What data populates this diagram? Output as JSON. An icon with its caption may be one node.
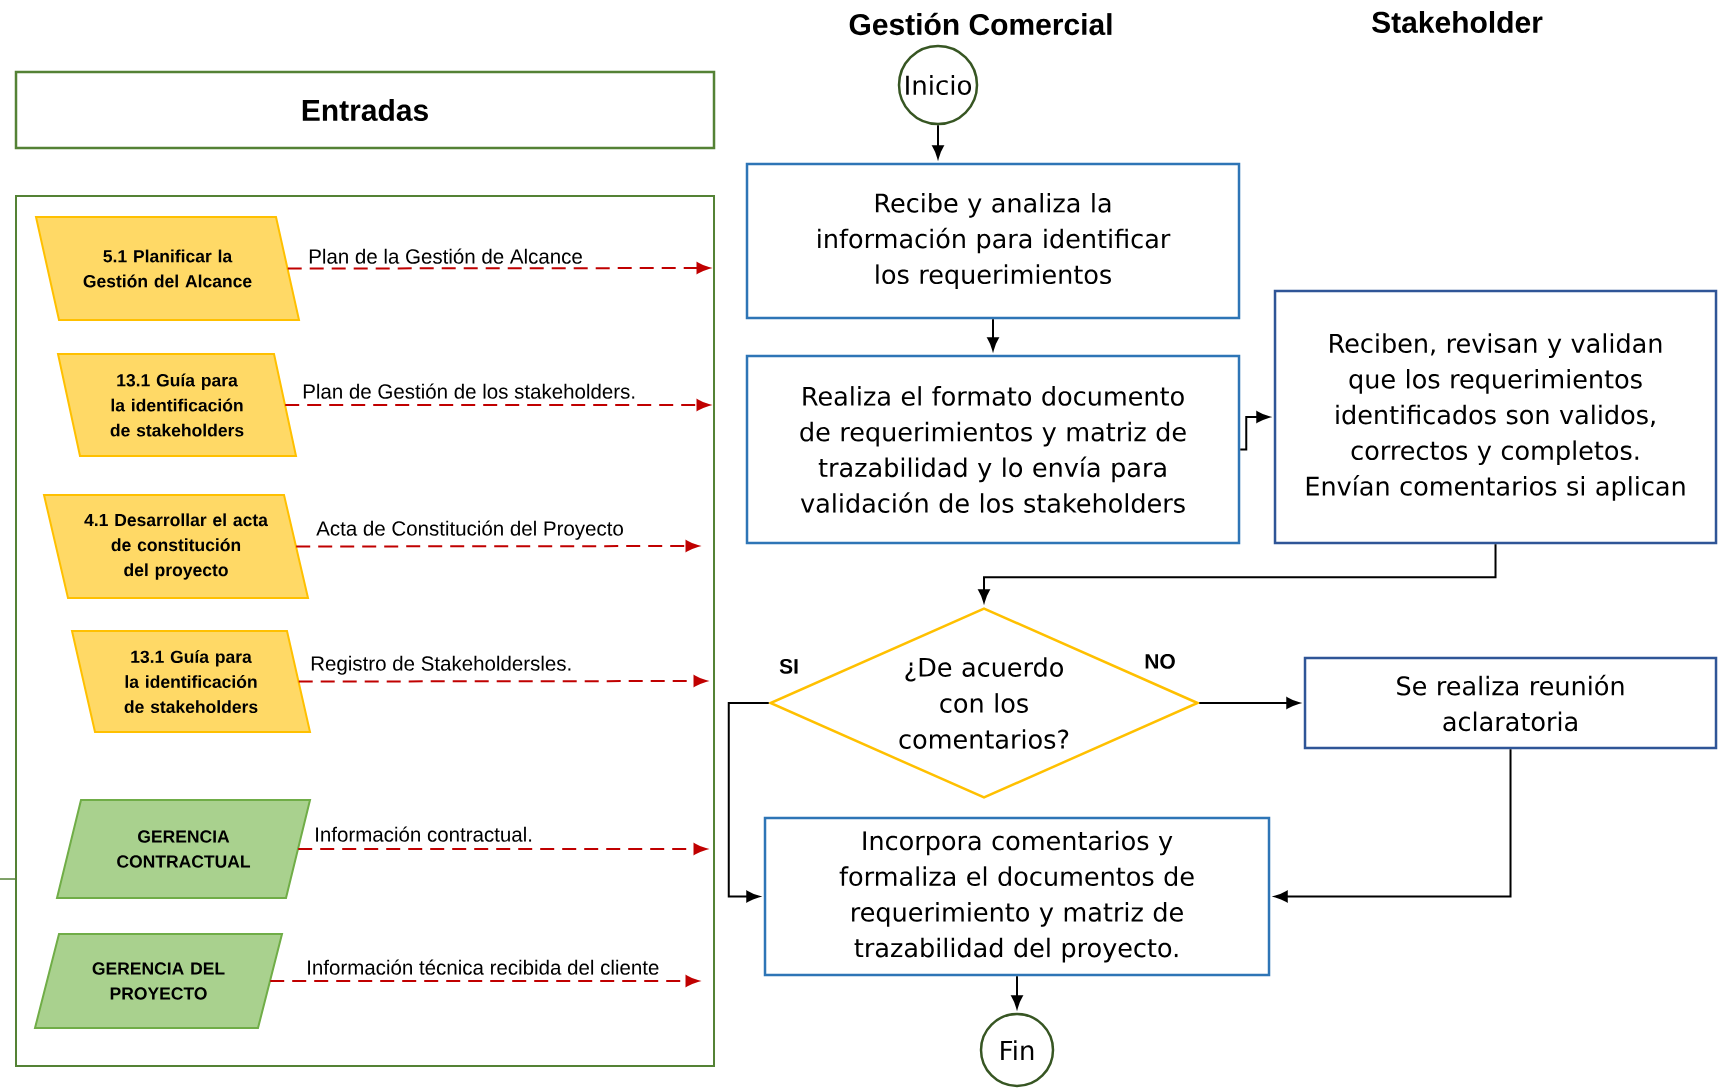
{
  "diagram": {
    "nodes": [
      {
        "text": [
          "Entradas"
        ]
      },
      {
        "text": [],
        "shape": "box"
      },
      {
        "text": [
          "5.1 Planificar la Gestión del Alcance"
        ],
        "in": 1
      },
      {
        "text": [
          "13.1 Guía para la identificación de stakeholders"
        ],
        "in": 1
      },
      {
        "text": [
          "4.1 Desarrollar el acta de constitución del proyecto"
        ],
        "in": 1
      },
      {
        "text": [
          "13.1 Guía para la identificación de stakeholders"
        ],
        "in": 1
      },
      {
        "text": [
          "GERENCIA CONTRACTUAL"
        ],
        "in": 1
      },
      {
        "text": [
          "GERENCIA DEL PROYECTO"
        ],
        "in": 1
      },
      {
        "text": [
          "Inicio"
        ]
      },
      {
        "text": [
          "Recibe y analiza la información para identificar los requerimientos"
        ]
      },
      {
        "text": [
          "Realiza el formato documento de requerimientos y matriz de trazabilidad y lo envía para validación de los stakeholders"
        ]
      },
      {
        "text": [
          "Reciben, revisan y validan que los requerimientos identificados son validos, correctos y completos. Envían comentarios si aplican"
        ]
      },
      {
        "text": [
          "¿De acuerdo con los comentarios?"
        ]
      },
      {
        "text": [
          "Se realiza reunión aclaratoria"
        ]
      },
      {
        "text": [
          "Incorpora comentarios y formaliza el documentos de requerimiento y matriz de trazabilidad del proyecto."
        ]
      },
      {
        "text": [
          "Fin"
        ]
      }
    ],
    "edges": [
      {
        "from": 2,
        "to": null,
        "arrow": "to",
        "label": "Plan de la Gestión de Alcance",
        "style": "dashed",
        "color": "#c00000"
      },
      {
        "from": 3,
        "to": null,
        "arrow": "to",
        "label": "Plan de Gestión de los stakeholders.",
        "style": "dashed",
        "color": "#c00000"
      },
      {
        "from": 4,
        "to": null,
        "arrow": "to",
        "label": "Acta de Constitución del Proyecto",
        "style": "dashed",
        "color": "#c00000"
      },
      {
        "from": 5,
        "to": null,
        "arrow": "to",
        "label": "Registro de Stakeholdersles.",
        "style": "dashed",
        "color": "#c00000"
      },
      {
        "from": 6,
        "to": null,
        "arrow": "to",
        "label": "Información contractual.",
        "style": "dashed",
        "color": "#c00000"
      },
      {
        "from": 7,
        "to": null,
        "arrow": "to",
        "label": "Información técnica recibida del cliente",
        "style": "dashed",
        "color": "#c00000"
      },
      {
        "from": 8,
        "to": 9,
        "arrow": "to"
      },
      {
        "from": 9,
        "to": 10,
        "arrow": "to"
      },
      {
        "from": 10,
        "to": 11,
        "arrow": "to"
      },
      {
        "from": 11,
        "to": 12,
        "arrow": "to"
      },
      {
        "from": 12,
        "to": 14,
        "arrow": "to",
        "label": "SI"
      },
      {
        "from": 12,
        "to": 13,
        "arrow": "to",
        "label": "NO"
      },
      {
        "from": 13,
        "to": 14,
        "arrow": "to"
      },
      {
        "from": 14,
        "to": 15,
        "arrow": "to"
      }
    ],
    "labels": [
      "Gestión Comercial",
      "Stakeholder"
    ]
  }
}
